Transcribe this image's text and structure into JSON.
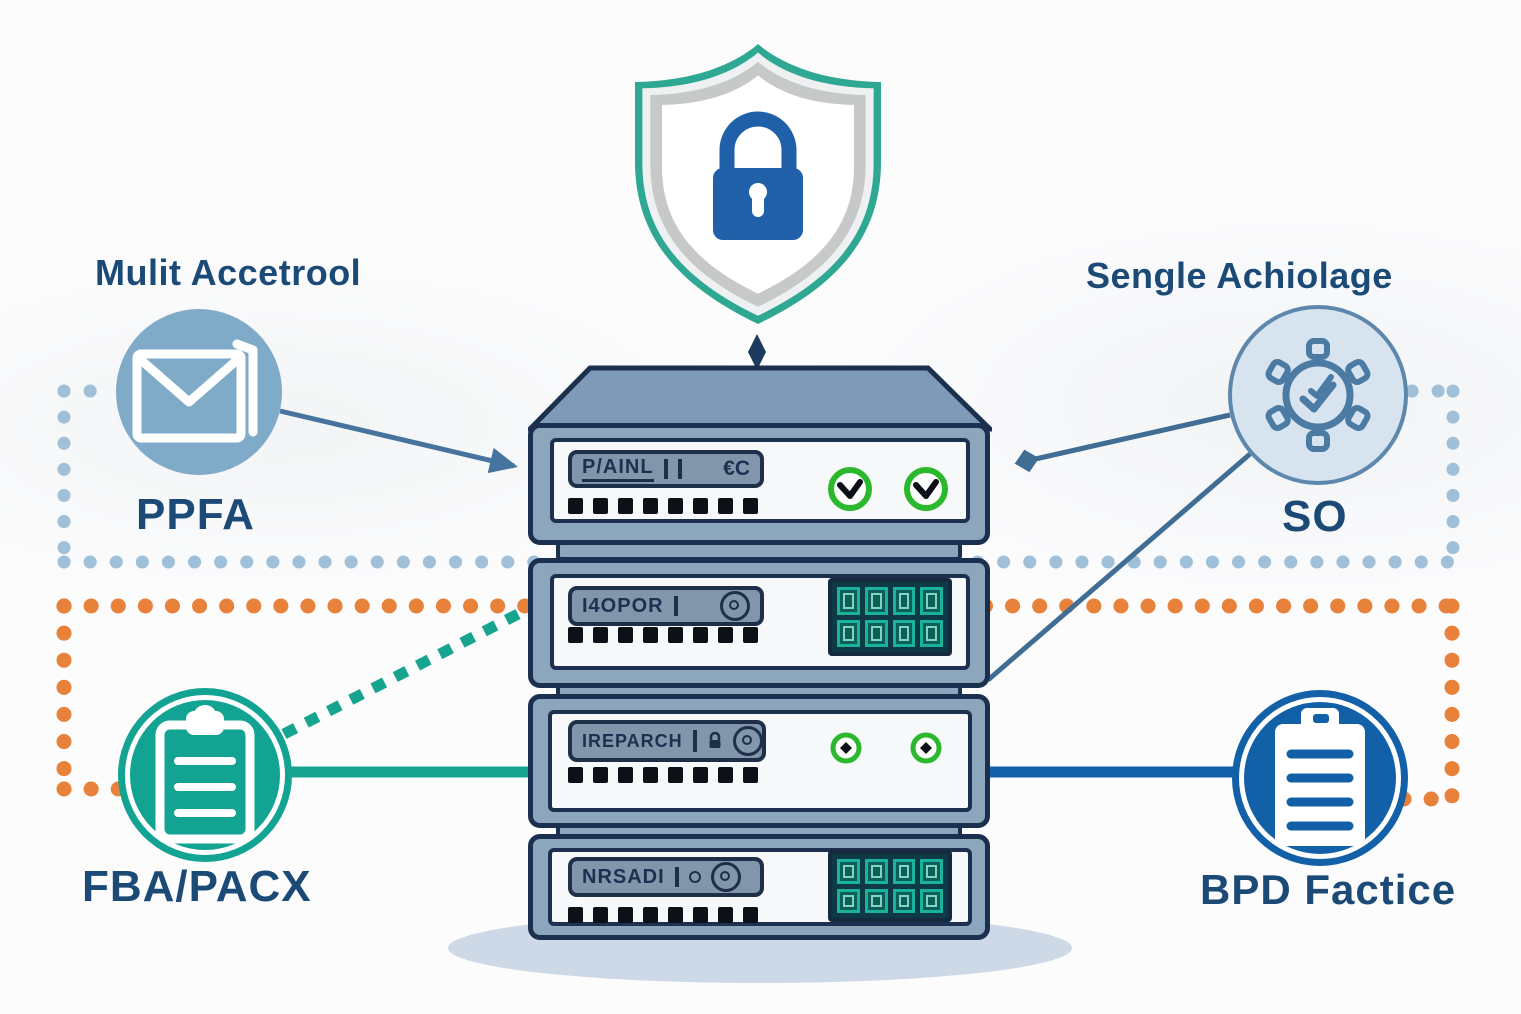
{
  "diagram": {
    "shield": {
      "name": "security-shield-with-padlock"
    },
    "left": {
      "heading": "Mulit Accetrool",
      "caption": "PPFA"
    },
    "right": {
      "heading": "Sengle Achiolage",
      "caption": "SO"
    },
    "bottom_left": {
      "caption": "FBA/PACX"
    },
    "bottom_right": {
      "caption": "BPD Factice"
    },
    "servers": [
      {
        "display": "P/AINL",
        "mark": "€C"
      },
      {
        "display": "I4OPOR",
        "mark": ""
      },
      {
        "display": "IREPARCH",
        "mark": ""
      },
      {
        "display": "NRSADI",
        "mark": ""
      }
    ],
    "icons": {
      "shield": "shield-lock-icon",
      "left_circle": "envelope-icon",
      "right_circle": "gear-check-icon",
      "bottom_left_circle": "clipboard-icon",
      "bottom_right_circle": "clipboard-icon",
      "server1_leds": "green-check-led",
      "server3_leds": "green-dot-led"
    },
    "colors": {
      "teal": "#16a48f",
      "orange": "#e8823b",
      "dot_blue": "#9fc0d8",
      "steel_blue": "#47749e",
      "navy_text": "#1c4a77",
      "server_body": "#8ca6be",
      "server_outline": "#1b2f4e",
      "shield_teal": "#2fa893",
      "shield_silver": "#c7c9c9",
      "padlock_blue": "#1f60a9",
      "bpd_blue": "#1261a8",
      "envelope_circle": "#7fabc8",
      "sso_circle_fill": "#d7e4ef",
      "fba_circle": "#13a392",
      "led_green": "#2cb82c"
    }
  }
}
